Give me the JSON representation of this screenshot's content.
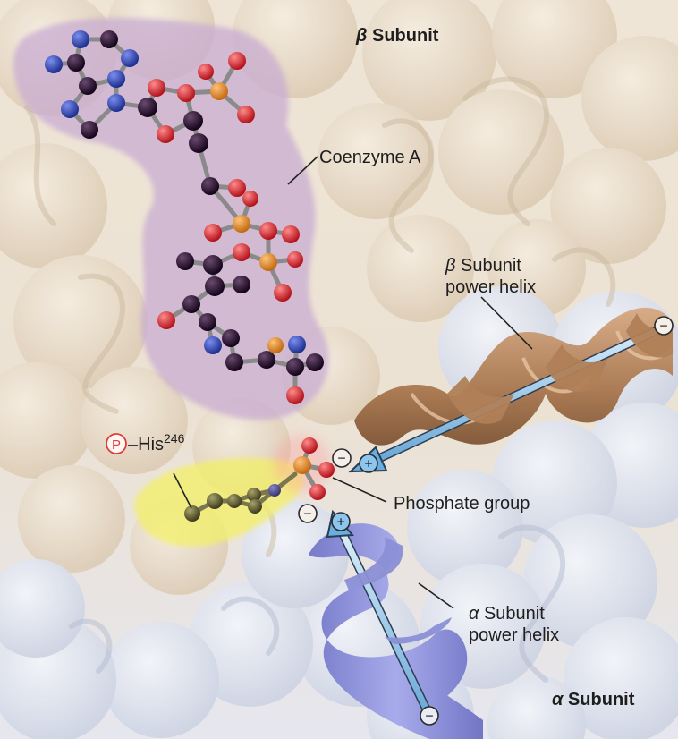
{
  "labels": {
    "beta_subunit": {
      "greek": "β",
      "text": "Subunit"
    },
    "alpha_subunit": {
      "greek": "α",
      "text": "Subunit"
    },
    "coenzyme_a": "Coenzyme A",
    "beta_power_helix": {
      "greek": "β",
      "line1": "Subunit",
      "line2": "power helix"
    },
    "alpha_power_helix": {
      "greek": "α",
      "line1": "Subunit",
      "line2": "power helix"
    },
    "phosphate_group": "Phosphate group",
    "histidine": {
      "p_symbol": "P",
      "name": "His",
      "number": "246"
    }
  },
  "charges": {
    "minus": "−",
    "plus": "+"
  },
  "colors": {
    "beta_surface": "#e8dccb",
    "alpha_surface": "#dfe3ee",
    "coa_surface": "#c9b2d3",
    "his_surface": "#f0ee7a",
    "beta_helix": "#b98a63",
    "alpha_helix": "#8f93d8",
    "dipole_arrow": "#7fb8e2",
    "oxygen": "#d8252a",
    "phosphorus": "#e28a1f",
    "nitrogen": "#2f47b8",
    "carbon": "#2a0d2e",
    "p_circle": "#e03c3c"
  },
  "icons": {
    "phospho_marker": "circled-p-icon",
    "negative_charge": "circled-minus-icon",
    "positive_charge": "circled-plus-icon"
  }
}
